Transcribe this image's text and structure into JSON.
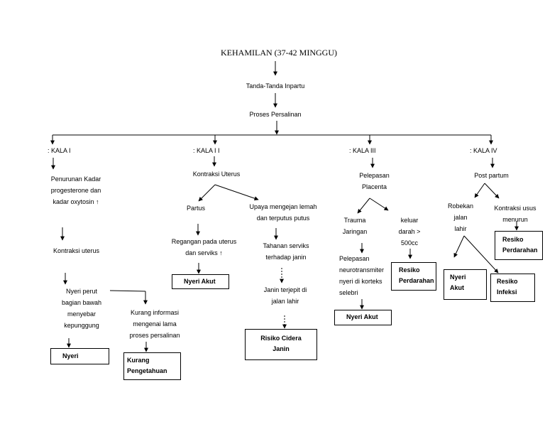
{
  "title": "KEHAMILAN (37-42 MINGGU)",
  "tanda": "Tanda-Tanda Inpartu",
  "proses": "Proses Persalinan",
  "kala": [
    {
      "label": ": KALA  I"
    },
    {
      "label": ": KALA  I I"
    },
    {
      "label": ": KALA  III"
    },
    {
      "label": ": KALA  IV"
    }
  ],
  "kala1": {
    "penurunan": "Penurunan Kadar\nprogesterone dan\nkadar oxytosin ↑",
    "kontraksi": "Kontraksi uterus",
    "nyeri_perut": "Nyeri perut\nbagian bawah\nmenyebar\nkepunggung",
    "kurang_info": "Kurang informasi\nmengenai lama\nproses persalinan",
    "box_nyeri": "Nyeri",
    "box_pengetahuan": "Kurang\nPengetahuan"
  },
  "kala2": {
    "kontraksi": "Kontraksi Uterus",
    "partus": "Partus",
    "regangan": "Regangan pada uterus\ndan serviks ↑",
    "box_nyeri": "Nyeri  Akut",
    "upaya": "Upaya mengejan lemah\ndan terputus putus",
    "tahanan": "Tahanan serviks\nterhadap janin",
    "janin": "Janin terjepit di\njalan lahir",
    "box_cidera": "Risiko Cidera\nJanin"
  },
  "kala3": {
    "pelepasan": "Pelepasan\nPlacenta",
    "trauma": "Trauma\nJaringan",
    "keluar": "keluar\ndarah >\n500cc",
    "neuro": "Pelepasan\nneurotransmiter\nnyeri di korteks\nselebri",
    "box_nyeri": "Nyeri  Akut",
    "box_perdarahan": "Resiko\nPerdarahan"
  },
  "kala4": {
    "post": "Post partum",
    "robekan": "Robekan\njalan\nlahir",
    "kontraksi": "Kontraksi usus\nmenurun",
    "box_perdarahan": "Resiko\nPerdarahan",
    "box_nyeri": "Nyeri\nAkut",
    "box_infeksi": "Resiko\nInfeksi"
  }
}
